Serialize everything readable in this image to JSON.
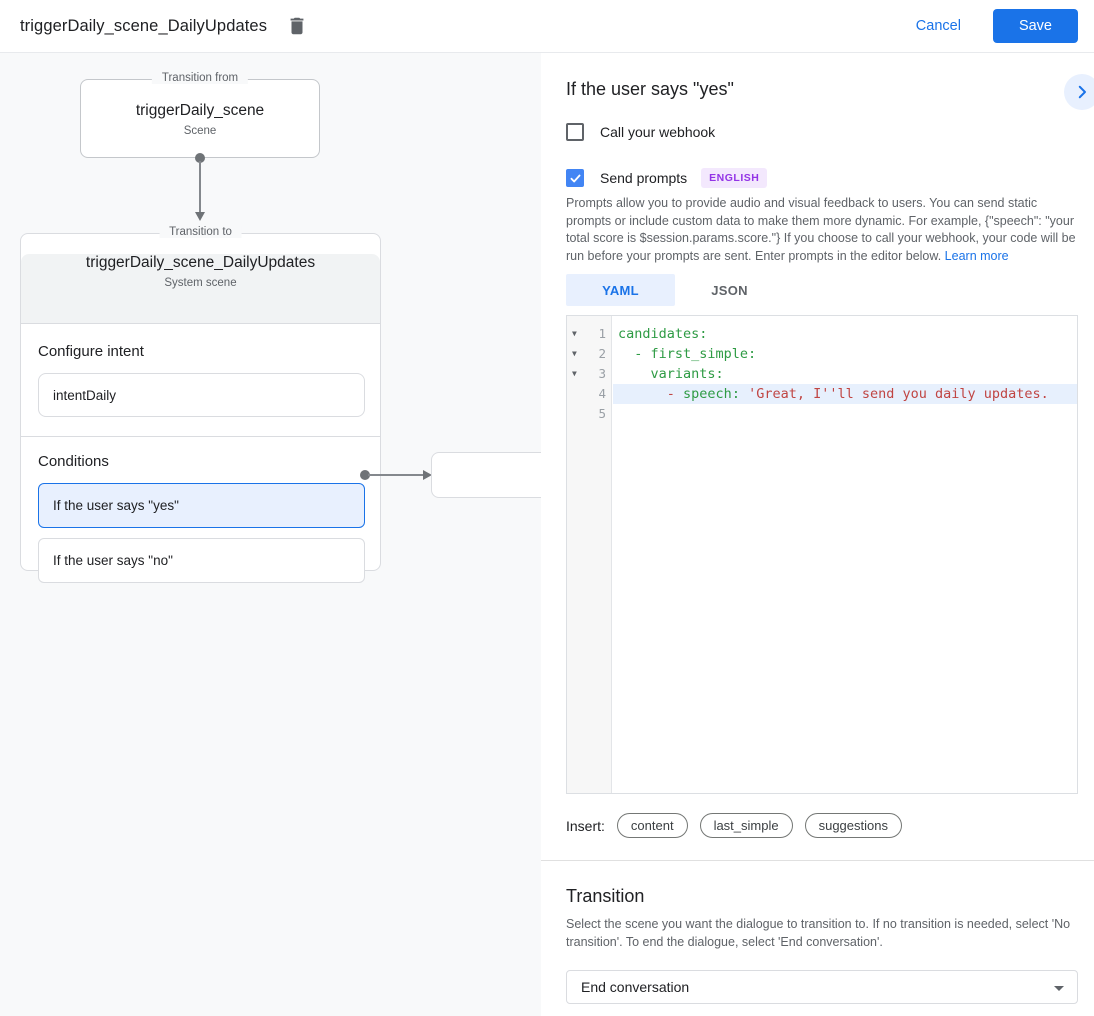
{
  "header": {
    "title": "triggerDaily_scene_DailyUpdates",
    "cancel_label": "Cancel",
    "save_label": "Save"
  },
  "diagram": {
    "from_box": {
      "legend": "Transition from",
      "title": "triggerDaily_scene",
      "subtitle": "Scene"
    },
    "to_box": {
      "legend": "Transition to",
      "title": "triggerDaily_scene_DailyUpdates",
      "subtitle": "System scene",
      "configure_intent_label": "Configure intent",
      "intent_value": "intentDaily",
      "conditions_label": "Conditions",
      "conditions": [
        {
          "label": "If the user says \"yes\"",
          "selected": true
        },
        {
          "label": "If the user says \"no\"",
          "selected": false
        }
      ]
    }
  },
  "panel": {
    "title": "If the user says \"yes\"",
    "webhook_label": "Call your webhook",
    "send_prompts_label": "Send prompts",
    "language_badge": "ENGLISH",
    "description": "Prompts allow you to provide audio and visual feedback to users. You can send static prompts or include custom data to make them more dynamic. For example, {\"speech\": \"your total score is $session.params.score.\"} If you choose to call your webhook, your code will be run before your prompts are sent. Enter prompts in the editor below. ",
    "learn_more_label": "Learn more",
    "tabs": {
      "yaml": "YAML",
      "json": "JSON"
    },
    "editor": {
      "line_numbers": [
        "1",
        "2",
        "3",
        "4",
        "5"
      ],
      "code": {
        "line1": "candidates:",
        "line2": "  - first_simple:",
        "line3": "    variants:",
        "line4_indent": "      ",
        "line4_dash": "- ",
        "line4_key": "speech:",
        "line4_string": " 'Great, I''ll send you daily updates.",
        "line5": ""
      },
      "token_colors": {
        "key": "#2e9b44",
        "string": "#c04543"
      }
    },
    "insert": {
      "label": "Insert:",
      "chips": [
        "content",
        "last_simple",
        "suggestions"
      ]
    },
    "transition": {
      "title": "Transition",
      "description": "Select the scene you want the dialogue to transition to. If no transition is needed, select 'No transition'. To end the dialogue, select 'End conversation'.",
      "selected_value": "End conversation"
    }
  },
  "colors": {
    "accent_blue": "#1a73e8",
    "selected_condition_bg": "#e8f0fe",
    "badge_purple": "#9334e6",
    "badge_bg": "#f3e8fd",
    "active_line_bg": "#e7f0fd"
  }
}
